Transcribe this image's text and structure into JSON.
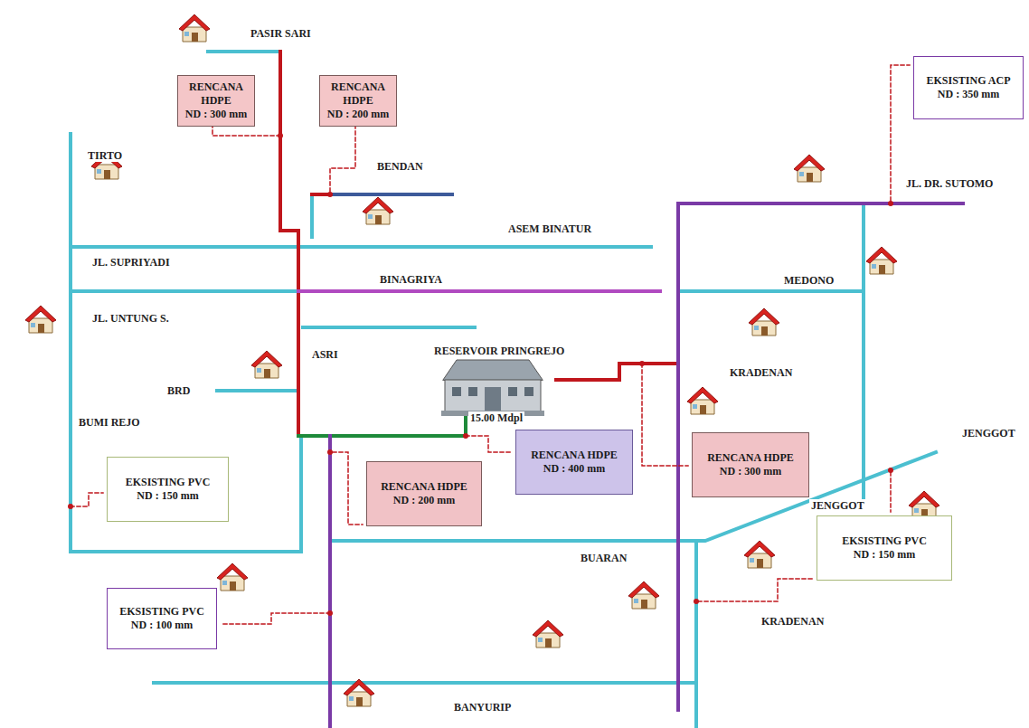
{
  "diagram": {
    "nodes": [
      {
        "text": [
          "RENCANA HDPE",
          "ND : 300 mm"
        ]
      },
      {
        "text": [
          "RENCANA HDPE",
          "ND : 200 mm"
        ]
      },
      {
        "text": [
          "EKSISTING ACP",
          "ND : 350 mm"
        ]
      },
      {
        "text": [
          "EKSISTING PVC",
          "ND : 150 mm"
        ]
      },
      {
        "text": [
          "RENCANA HDPE",
          "ND : 200 mm"
        ]
      },
      {
        "text": [
          "RENCANA HDPE",
          "ND : 400 mm"
        ]
      },
      {
        "text": [
          "RENCANA HDPE",
          "ND : 300 mm"
        ]
      },
      {
        "text": [
          "EKSISTING PVC",
          "ND : 150 mm"
        ]
      },
      {
        "text": [
          "EKSISTING PVC",
          "ND : 100 mm"
        ]
      }
    ],
    "labels": [
      "PASIR SARI",
      "TIRTO",
      "BENDAN",
      "ASEM BINATUR",
      "JL. SUPRIYADI",
      "BINAGRIYA",
      "JL. UNTUNG S.",
      "ASRI",
      "BRD",
      "BUMI REJO",
      "RESERVOIR PRINGREJO",
      "15.00 Mdpl",
      "KRADENAN",
      "MEDONO",
      "JL. DR. SUTOMO",
      "JENGGOT",
      "JENGGOT",
      "BUARAN",
      "KRADENAN",
      "BANYURIP"
    ]
  }
}
